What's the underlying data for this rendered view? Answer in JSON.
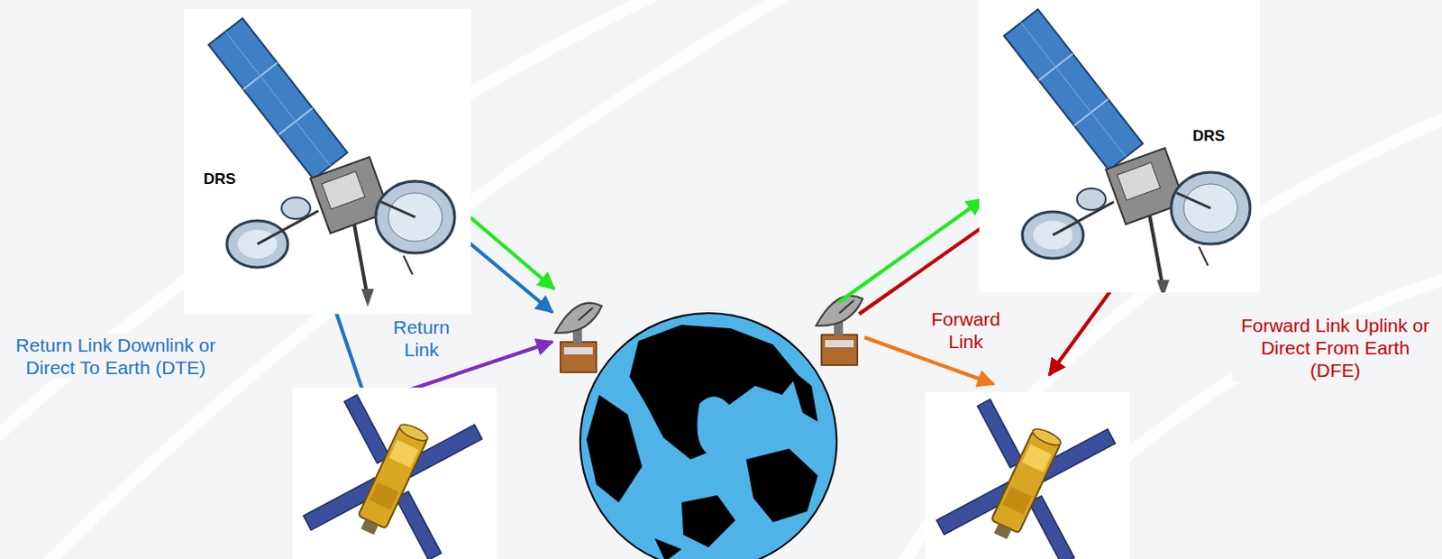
{
  "diagram": {
    "nodes": [
      {
        "text": [
          "DRS"
        ]
      },
      {
        "text": [
          "DRS"
        ]
      }
    ],
    "labels": [
      "Return Link Downlink or Direct To Earth (DTE)",
      "Return Link",
      "Forward Link",
      "Forward Link Uplink or Direct From Earth (DFE)"
    ]
  }
}
